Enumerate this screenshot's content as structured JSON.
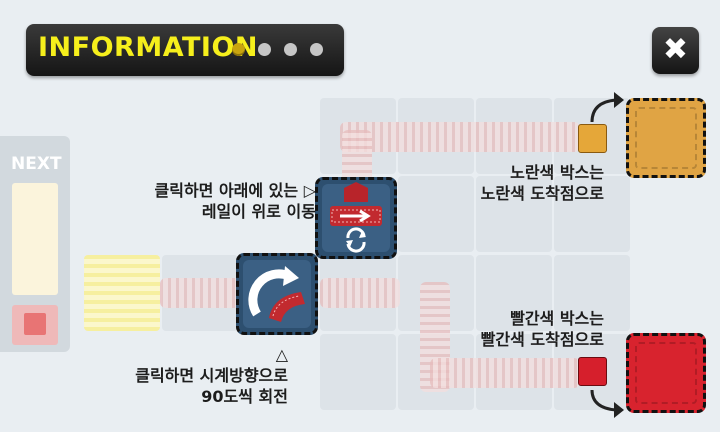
{
  "header": {
    "title": "INFORMATION",
    "pages": 4,
    "active_page": 1
  },
  "close_button": {
    "label": "✖"
  },
  "next_panel": {
    "label": "NEXT"
  },
  "hints": {
    "up_rail": "클릭하면 아래에 있는 ▷\n레일이 위로 이동",
    "rotate": "△\n클릭하면 시계방향으로\n90도씩 회전",
    "yellow_goal": "노란색 박스는\n노란색 도착점으로",
    "red_goal": "빨간색 박스는\n빨간색 도착점으로"
  },
  "colors": {
    "title_yellow": "#f6ef1c",
    "goal_yellow": "#e0a444",
    "goal_red": "#d8232e",
    "tile_blue": "#2d4f6f"
  },
  "icons": [
    "close-icon",
    "rotate-arrow-icon",
    "move-rail-icon",
    "cycle-icon",
    "curve-arrow-icon"
  ]
}
